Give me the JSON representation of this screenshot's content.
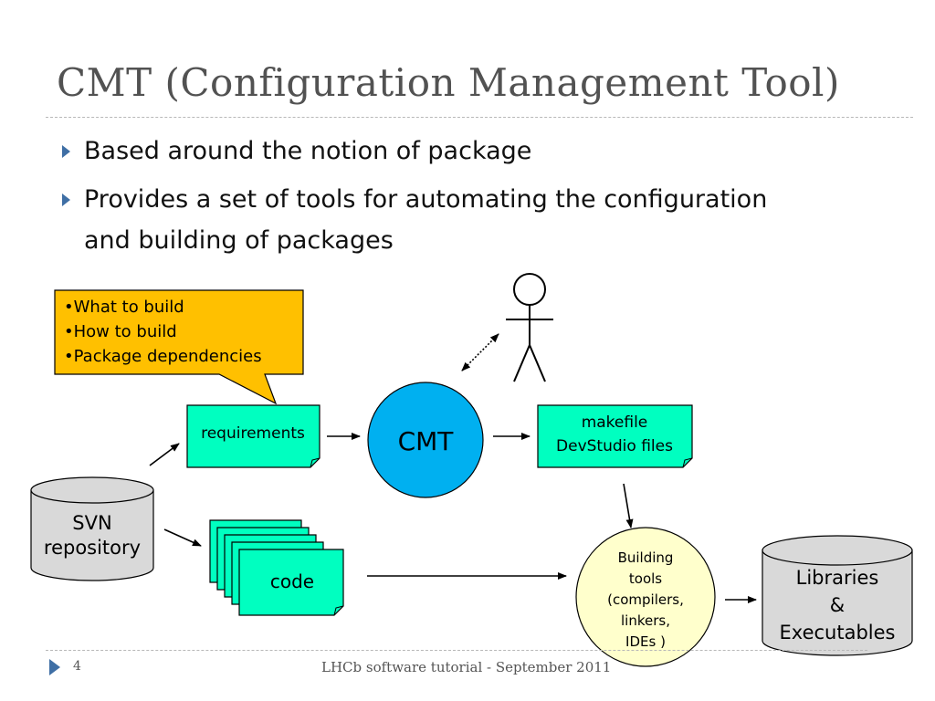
{
  "slide": {
    "title": "CMT (Configuration Management Tool)",
    "bullets": [
      "Based around the notion of package",
      "Provides a set of tools for automating the configuration",
      "and building of packages"
    ],
    "callout": [
      "•What to build",
      "•How to build",
      "•Package dependencies"
    ],
    "nodes": {
      "requirements": "requirements",
      "cmt": "CMT",
      "makefile_line1": "makefile",
      "makefile_line2": "DevStudio files",
      "svn_line1": "SVN",
      "svn_line2": "repository",
      "code": "code",
      "building_lines": [
        "Building",
        "tools",
        "(compilers,",
        "linkers,",
        "IDEs )"
      ],
      "libraries_lines": [
        "Libraries",
        "&",
        "Executables"
      ]
    },
    "colors": {
      "title": "#525252",
      "callout_fill": "#ffc000",
      "doc_fill": "#00ffc0",
      "cmt_fill": "#00b0f0",
      "building_fill": "#ffffcc",
      "cylinder_fill": "#d9d9d9",
      "bullet_marker": "#3f6fa5"
    },
    "footer": {
      "page": "4",
      "text": "LHCb software tutorial - September 2011"
    }
  }
}
